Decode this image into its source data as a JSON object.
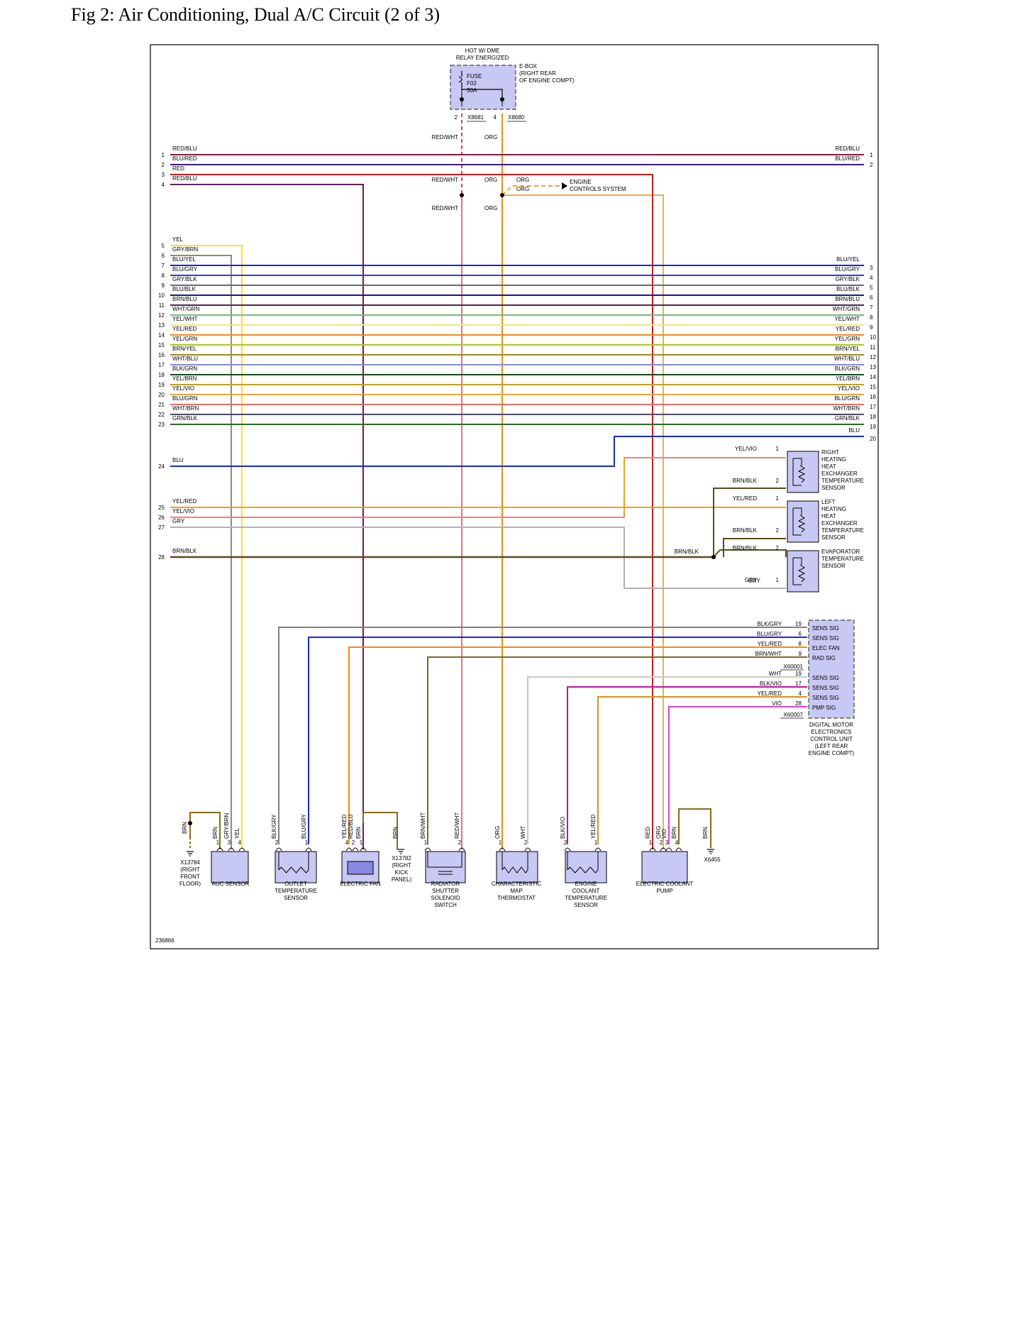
{
  "title": "Fig 2: Air Conditioning, Dual A/C Circuit (2 of 3)",
  "diagram_id": "236866",
  "top": {
    "hot_label": [
      "HOT W/ DME",
      "RELAY ENERGIZED"
    ],
    "fuse_label": [
      "FUSE",
      "F02",
      "30A"
    ],
    "ebox_label": [
      "E-BOX",
      "(RIGHT REAR",
      "OF ENGINE COMPT)"
    ],
    "pins": [
      "2",
      "4"
    ],
    "connectors": [
      "X8681",
      "X8680"
    ],
    "wire_labels": [
      "RED/WHT",
      "ORG",
      "RED/WHT",
      "ORG",
      "ORG",
      "ORG",
      "RED/WHT",
      "ORG"
    ],
    "engine_controls": [
      "ENGINE",
      "CONTROLS SYSTEM"
    ]
  },
  "left_wires": [
    {
      "num": "1",
      "label": "RED/BLU",
      "color": "#8b1a3c"
    },
    {
      "num": "2",
      "label": "BLU/RED",
      "color": "#3a1a8c"
    },
    {
      "num": "3",
      "label": "RED",
      "color": "#cc1a1a"
    },
    {
      "num": "4",
      "label": "RED/BLU",
      "color": "#6a1a60"
    },
    {
      "num": "5",
      "label": "YEL",
      "color": "#f5e62a"
    },
    {
      "num": "6",
      "label": "GRY/BRN",
      "color": "#9a8a6a"
    },
    {
      "num": "7",
      "label": "BLU/YEL",
      "color": "#1a2acc"
    },
    {
      "num": "8",
      "label": "BLU/GRY",
      "color": "#3a3ad0"
    },
    {
      "num": "9",
      "label": "GRY/BLK",
      "color": "#6a6a6a"
    },
    {
      "num": "10",
      "label": "BLU/BLK",
      "color": "#1a1a7a"
    },
    {
      "num": "11",
      "label": "BRN/BLU",
      "color": "#4a2a4a"
    },
    {
      "num": "12",
      "label": "WHT/GRN",
      "color": "#7ab87a"
    },
    {
      "num": "13",
      "label": "YEL/WHT",
      "color": "#f0e87a"
    },
    {
      "num": "14",
      "label": "YEL/RED",
      "color": "#f08a1a"
    },
    {
      "num": "15",
      "label": "YEL/GRN",
      "color": "#aac81a"
    },
    {
      "num": "16",
      "label": "BRN/YEL",
      "color": "#a08a1a"
    },
    {
      "num": "17",
      "label": "WHT/BLU",
      "color": "#8a8ad8"
    },
    {
      "num": "18",
      "label": "BLK/GRN",
      "color": "#1a4a1a"
    },
    {
      "num": "19",
      "label": "YEL/BRN",
      "color": "#c8a01a"
    },
    {
      "num": "20",
      "label": "YEL/VIO",
      "color": "#e0a83a"
    },
    {
      "num": "21",
      "label": "BLU/GRN",
      "color": "#e0706a"
    },
    {
      "num": "22",
      "label": "WHT/BRN",
      "color": "#4a4a6a"
    },
    {
      "num": "23",
      "label": "GRN/BLK",
      "color": "#2a6a2a"
    },
    {
      "num": "24",
      "label": "BLU",
      "color": "#1a2acc"
    },
    {
      "num": "25",
      "label": "YEL/RED",
      "color": "#f0a01a"
    },
    {
      "num": "26",
      "label": "YEL/VIO",
      "color": "#f08080"
    },
    {
      "num": "27",
      "label": "GRY",
      "color": "#b0b0b0"
    },
    {
      "num": "28",
      "label": "BRN/BLK",
      "color": "#5a4a1a"
    }
  ],
  "right_wires": [
    {
      "num": "1",
      "label": "RED/BLU"
    },
    {
      "num": "2",
      "label": "BLU/RED"
    },
    {
      "num": "3",
      "label": "BLU/YEL"
    },
    {
      "num": "4",
      "label": "BLU/GRY"
    },
    {
      "num": "5",
      "label": "GRY/BLK"
    },
    {
      "num": "6",
      "label": "BLU/BLK"
    },
    {
      "num": "7",
      "label": "BRN/BLU"
    },
    {
      "num": "8",
      "label": "WHT/GRN"
    },
    {
      "num": "9",
      "label": "YEL/WHT"
    },
    {
      "num": "10",
      "label": "YEL/RED"
    },
    {
      "num": "11",
      "label": "YEL/GRN"
    },
    {
      "num": "12",
      "label": "BRN/YEL"
    },
    {
      "num": "13",
      "label": "WHT/BLU"
    },
    {
      "num": "14",
      "label": "BLK/GRN"
    },
    {
      "num": "15",
      "label": "YEL/BRN"
    },
    {
      "num": "16",
      "label": "YEL/VIO"
    },
    {
      "num": "17",
      "label": "BLU/GRN"
    },
    {
      "num": "18",
      "label": "WHT/BRN"
    },
    {
      "num": "19",
      "label": "GRN/BLK"
    },
    {
      "num": "20",
      "label": "BLU"
    }
  ],
  "sensors_right": [
    {
      "name": [
        "RIGHT",
        "HEATING",
        "HEAT",
        "EXCHANGER",
        "TEMPERATURE",
        "SENSOR"
      ],
      "pin1_label": "YEL/VIO",
      "pin1": "1",
      "pin2_label": "BRN/BLK",
      "pin2": "2"
    },
    {
      "name": [
        "LEFT",
        "HEATING",
        "HEAT",
        "EXCHANGER",
        "TEMPERATURE",
        "SENSOR"
      ],
      "pin1_label": "YEL/RED",
      "pin1": "1",
      "pin2_label": "BRN/BLK",
      "pin2": "2"
    },
    {
      "name": [
        "EVAPORATOR",
        "TEMPERATURE",
        "SENSOR"
      ],
      "pin1_label": "BRN/BLK",
      "pin1": "2",
      "pin2_label": "GRY",
      "pin2": "1"
    }
  ],
  "brn_blk_junction_label": "BRN/BLK",
  "dme": {
    "rows": [
      {
        "wire": "BLK/GRY",
        "pin": "19",
        "sig": "SENS SIG"
      },
      {
        "wire": "BLU/GRY",
        "pin": "6",
        "sig": "SENS SIG"
      },
      {
        "wire": "YEL/RED",
        "pin": "8",
        "sig": "ELEC FAN"
      },
      {
        "wire": "BRN/WHT",
        "pin": "9",
        "sig": "RAD SIG"
      },
      {
        "wire": "WHT",
        "pin": "19",
        "sig": "SENS SIG"
      },
      {
        "wire": "BLK/VIO",
        "pin": "17",
        "sig": "SENS SIG"
      },
      {
        "wire": "YEL/RED",
        "pin": "4",
        "sig": "SENS SIG"
      },
      {
        "wire": "VIO",
        "pin": "28",
        "sig": "PMP SIG"
      }
    ],
    "connectors": [
      "X60001",
      "X60007"
    ],
    "name": [
      "DIGITAL MOTOR",
      "ELECTRONICS",
      "CONTROL UNIT",
      "(LEFT REAR",
      "ENGINE COMPT)"
    ]
  },
  "bottom": {
    "ground_left": {
      "wire": "BRN",
      "name": [
        "X13784",
        "(RIGHT",
        "FRONT",
        "FLOOR)"
      ]
    },
    "auc": {
      "wires": [
        "BRN",
        "GRY/BRN",
        "YEL"
      ],
      "pins": [
        "1",
        "3",
        "4"
      ],
      "name": [
        "AUC SENSOR"
      ]
    },
    "outlet": {
      "wires": [
        "BLK/GRY",
        "BLU/GRY"
      ],
      "pins": [
        "2",
        "1"
      ],
      "name": [
        "OUTLET",
        "TEMPERATURE",
        "SENSOR"
      ]
    },
    "fan": {
      "wires": [
        "YEL/RED",
        "RED/BLU",
        "BRN"
      ],
      "pins": [
        "4",
        "2",
        "1"
      ],
      "name": [
        "ELECTRIC FAN"
      ]
    },
    "ground_mid": {
      "wire": "BRN",
      "name": [
        "X13782",
        "(RIGHT",
        "KICK",
        "PANEL)"
      ]
    },
    "radiator": {
      "wires": [
        "BRN/WHT",
        "RED/WHT"
      ],
      "pins": [
        "1",
        "2"
      ],
      "name": [
        "RADIATOR",
        "SHUTTER",
        "SOLENOID",
        "SWITCH"
      ]
    },
    "thermostat": {
      "wires": [
        "ORG",
        "WHT"
      ],
      "pins": [
        "1",
        "2"
      ],
      "name": [
        "CHARACTERISTIC",
        "MAP",
        "THERMOSTAT"
      ]
    },
    "coolant_sensor": {
      "wires": [
        "BLK/VIO",
        "YEL/RED"
      ],
      "pins": [
        "2",
        "1"
      ],
      "name": [
        "ENGINE",
        "COOLANT",
        "TEMPERATURE",
        "SENSOR"
      ]
    },
    "pump": {
      "wires": [
        "RED",
        "ORG",
        "VIO",
        "BRN"
      ],
      "pins": [
        "1",
        "2",
        "3",
        "4"
      ],
      "name": [
        "ELECTRIC COOLANT",
        "PUMP"
      ]
    },
    "ground_right": {
      "wire": "BRN",
      "name": [
        "X6455"
      ]
    }
  }
}
